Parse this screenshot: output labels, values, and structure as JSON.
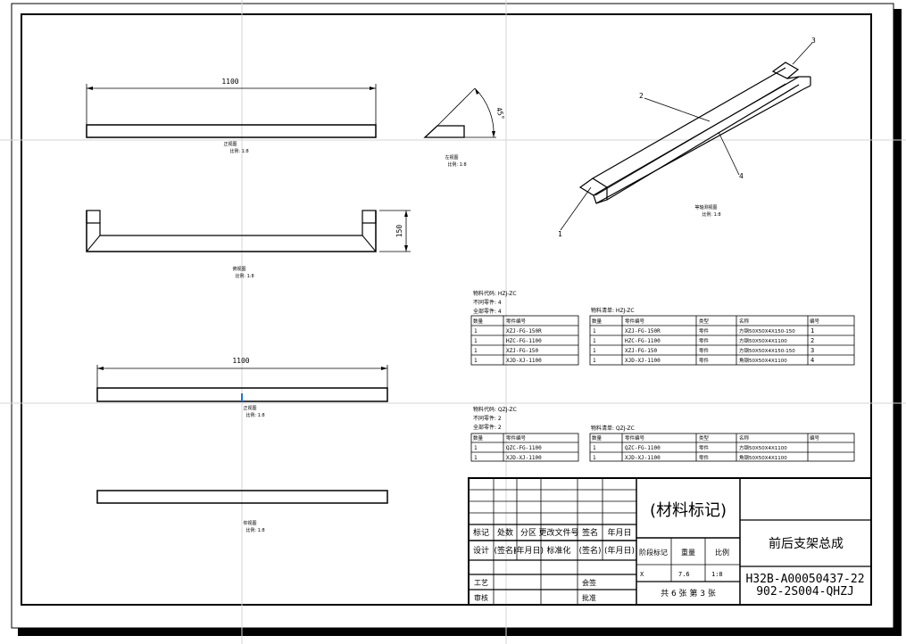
{
  "views": {
    "front": {
      "dim": "1100",
      "name": "正视图",
      "scale": "比例: 1:8"
    },
    "top": {
      "dim": "150",
      "name": "俯视图",
      "scale": "比例: 1:8"
    },
    "left": {
      "angle": "45°",
      "name": "左视图",
      "scale": "比例: 1:8"
    },
    "side": {
      "dim": "1100",
      "name": "正视图",
      "scale": "比例: 1:8"
    },
    "bottom": {
      "name": "仰视图",
      "scale": "比例: 1:8"
    },
    "iso": {
      "name": "等轴测视图",
      "scale": "比例: 1:8"
    }
  },
  "balloons": [
    "1",
    "2",
    "3",
    "4"
  ],
  "bom1": {
    "meta": [
      "物料代码: HZJ-ZC",
      "不同零件: 4",
      "全部零件: 4"
    ],
    "left_headers": [
      "数量",
      "零件编号"
    ],
    "left_rows": [
      [
        "1",
        "XZJ-FG-150R"
      ],
      [
        "1",
        "HZC-FG-1100"
      ],
      [
        "1",
        "XZJ-FG-150"
      ],
      [
        "1",
        "XJD-XJ-1100"
      ]
    ],
    "title": "物料清单: HZJ-ZC",
    "headers": [
      "数量",
      "零件编号",
      "类型",
      "名称",
      "编号"
    ],
    "rows": [
      [
        "1",
        "XZJ-FG-150R",
        "零件",
        "方钢50X50X4X150-150",
        "1"
      ],
      [
        "1",
        "HZC-FG-1100",
        "零件",
        "方钢50X50X4X1100",
        "2"
      ],
      [
        "1",
        "XZJ-FG-150",
        "零件",
        "方钢50X50X4X150-150",
        "3"
      ],
      [
        "1",
        "XJD-XJ-1100",
        "零件",
        "角钢50X50X4X1100",
        "4"
      ]
    ]
  },
  "bom2": {
    "meta": [
      "物料代码: QZJ-ZC",
      "不同零件: 2",
      "全部零件: 2"
    ],
    "left_headers": [
      "数量",
      "零件编号"
    ],
    "left_rows": [
      [
        "1",
        "QZC-FG-1100"
      ],
      [
        "1",
        "XJD-XJ-1100"
      ]
    ],
    "title": "物料清单: QZJ-ZC",
    "headers": [
      "数量",
      "零件编号",
      "类型",
      "名称",
      "编号"
    ],
    "rows": [
      [
        "1",
        "QZC-FG-1100",
        "零件",
        "方钢50X50X4X1100",
        ""
      ],
      [
        "1",
        "XJD-XJ-1100",
        "零件",
        "角钢50X50X4X1100",
        ""
      ]
    ]
  },
  "title_block": {
    "material": "(材料标记)",
    "name": "前后支架总成",
    "code1": "H32B-A00050437-22",
    "code2": "902-2S004-QHZJ",
    "labels": [
      "标记",
      "处数",
      "分区",
      "更改文件号",
      "签名",
      "年月日"
    ],
    "labels2": [
      "设计",
      "(签名)",
      "(年月日)",
      "标准化",
      "(签名)",
      "(年月日)"
    ],
    "weight_headers": [
      "阶段标记",
      "重量",
      "比例"
    ],
    "weight_values": [
      "X",
      "7.6",
      "1:8"
    ],
    "process": "工艺",
    "check": "审核",
    "audit": "会签",
    "approve": "批准",
    "sheet": "共 6 张 第 3 张"
  }
}
